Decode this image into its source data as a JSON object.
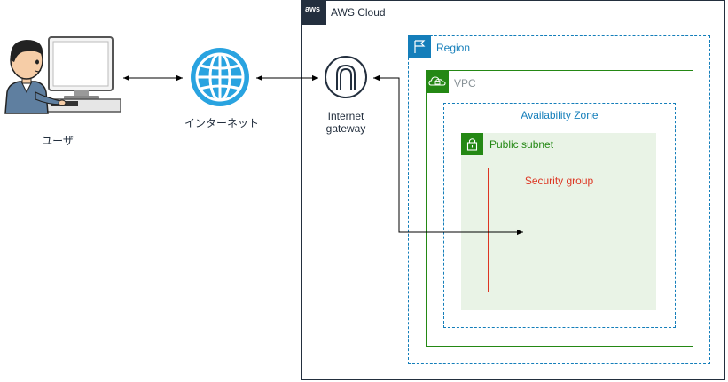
{
  "nodes": {
    "user": {
      "label": "ユーザ"
    },
    "internet": {
      "label": "インターネット"
    },
    "internet_gateway": {
      "label_line1": "Internet",
      "label_line2": "gateway"
    }
  },
  "groups": {
    "aws_cloud": {
      "label": "AWS Cloud",
      "logo_text": "aws"
    },
    "region": {
      "label": "Region"
    },
    "vpc": {
      "label": "VPC"
    },
    "availability_zone": {
      "label": "Availability Zone"
    },
    "public_subnet": {
      "label": "Public subnet"
    },
    "security_group": {
      "label": "Security group"
    }
  },
  "colors": {
    "aws_dark": "#232f3e",
    "region_blue": "#147eba",
    "vpc_green": "#248814",
    "subnet_fill": "#e9f3e6",
    "security_red": "#dd3522",
    "globe_blue": "#29a3e0"
  },
  "edges": [
    {
      "from": "user",
      "to": "internet",
      "style": "bidirectional"
    },
    {
      "from": "internet",
      "to": "internet_gateway",
      "style": "bidirectional"
    },
    {
      "from": "internet_gateway",
      "to": "security_group",
      "style": "bidirectional-elbow"
    }
  ]
}
